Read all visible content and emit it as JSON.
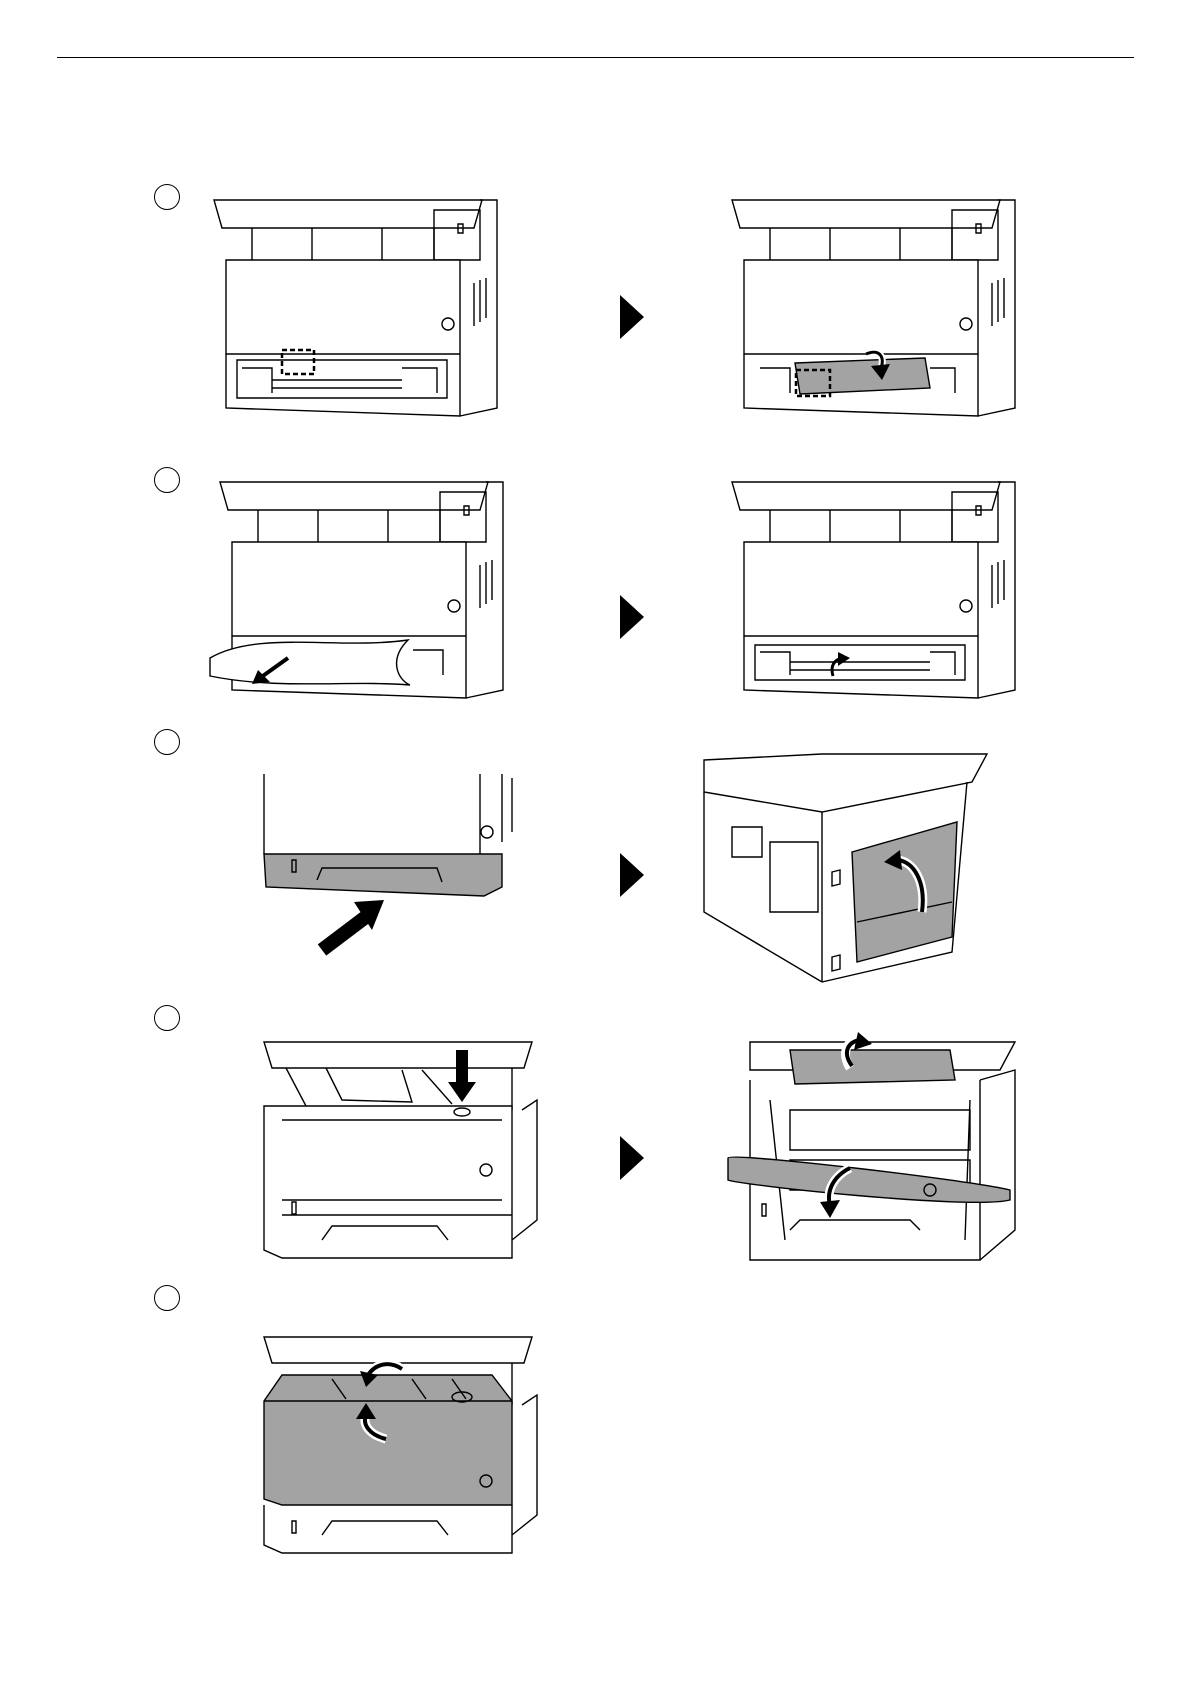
{
  "steps": [
    {
      "number": "",
      "icon": "step-number-circle"
    },
    {
      "number": "",
      "icon": "step-number-circle"
    },
    {
      "number": "",
      "icon": "step-number-circle"
    },
    {
      "number": "",
      "icon": "step-number-circle"
    },
    {
      "number": "",
      "icon": "step-number-circle"
    }
  ],
  "illustrations": [
    "printer-rear-lower-view-icon",
    "printer-rear-cover-open-icon",
    "remove-jammed-paper-icon",
    "close-rear-lever-icon",
    "push-paper-cassette-icon",
    "open-rear-cover-icon",
    "press-front-cover-release-icon",
    "open-front-cover-icon",
    "close-front-cover-icon"
  ],
  "colors": {
    "line": "#000000",
    "shade": "#a3a3a3",
    "background": "#ffffff"
  }
}
